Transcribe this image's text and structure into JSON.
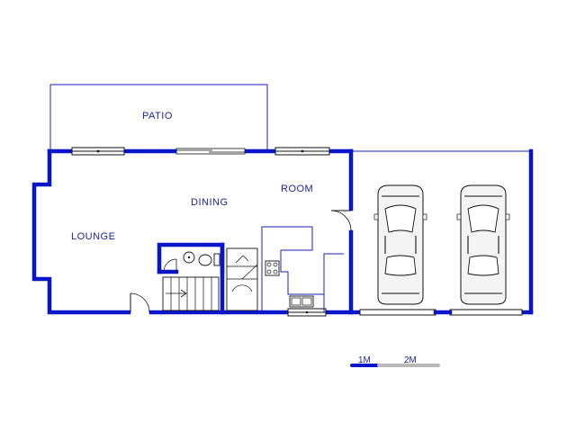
{
  "rooms": {
    "patio": "PATIO",
    "dining": "DINING",
    "room": "ROOM",
    "lounge": "LOUNGE"
  },
  "scale": {
    "first": "1M",
    "second": "2M"
  },
  "colors": {
    "wall": "#0a14c8",
    "label": "#1a1f9a",
    "scale_second": "#b9b9b9"
  }
}
